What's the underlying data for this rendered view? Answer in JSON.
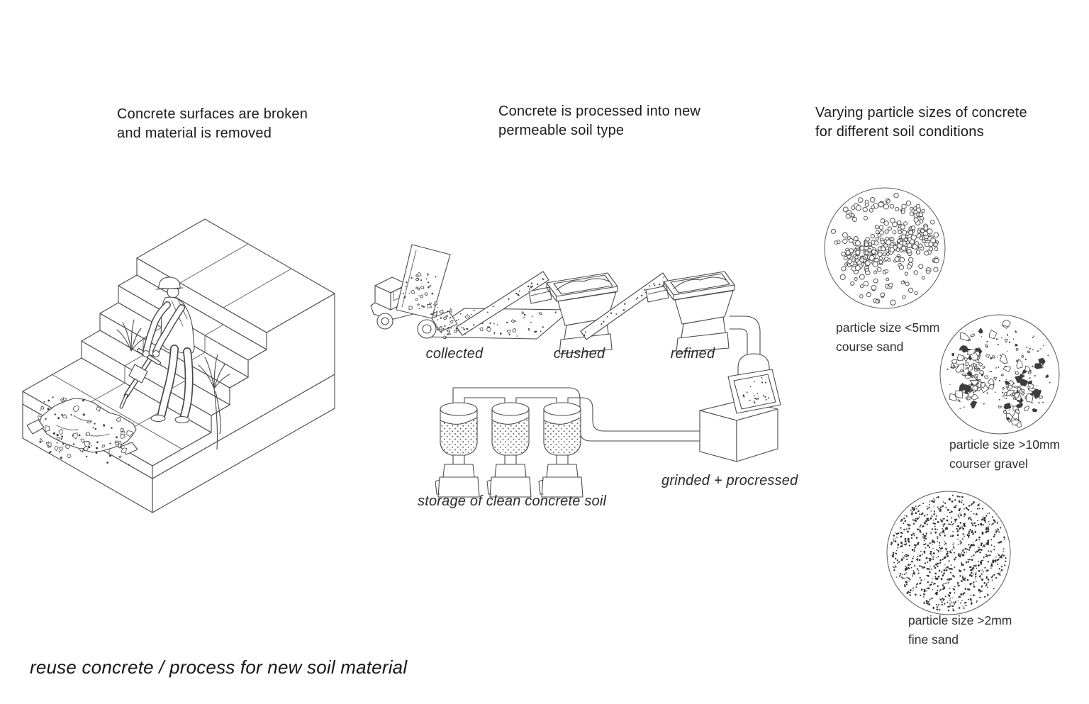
{
  "page": {
    "background": "#ffffff",
    "line_color": "#4a4a4a",
    "text_color": "#1c1c1c"
  },
  "sections": {
    "demolition": {
      "heading": "Concrete surfaces are broken\nand material is removed"
    },
    "processing": {
      "heading": "Concrete is processed into new\npermeable soil type",
      "steps": {
        "collected": "collected",
        "crushed": "crushed",
        "refined": "refined",
        "grinded": "grinded + procressed",
        "storage": "storage of clean concrete soil"
      }
    },
    "particles": {
      "heading": "Varying particle sizes of concrete\nfor different soil conditions",
      "circles": [
        {
          "size_label": "particle size <5mm",
          "type_label": "course sand",
          "texture": "coarse-sand"
        },
        {
          "size_label": "particle size >10mm",
          "type_label": "courser gravel",
          "texture": "coarse-gravel"
        },
        {
          "size_label": "particle size >2mm",
          "type_label": "fine sand",
          "texture": "fine-sand"
        }
      ]
    }
  },
  "caption": "reuse concrete / process for new soil material"
}
